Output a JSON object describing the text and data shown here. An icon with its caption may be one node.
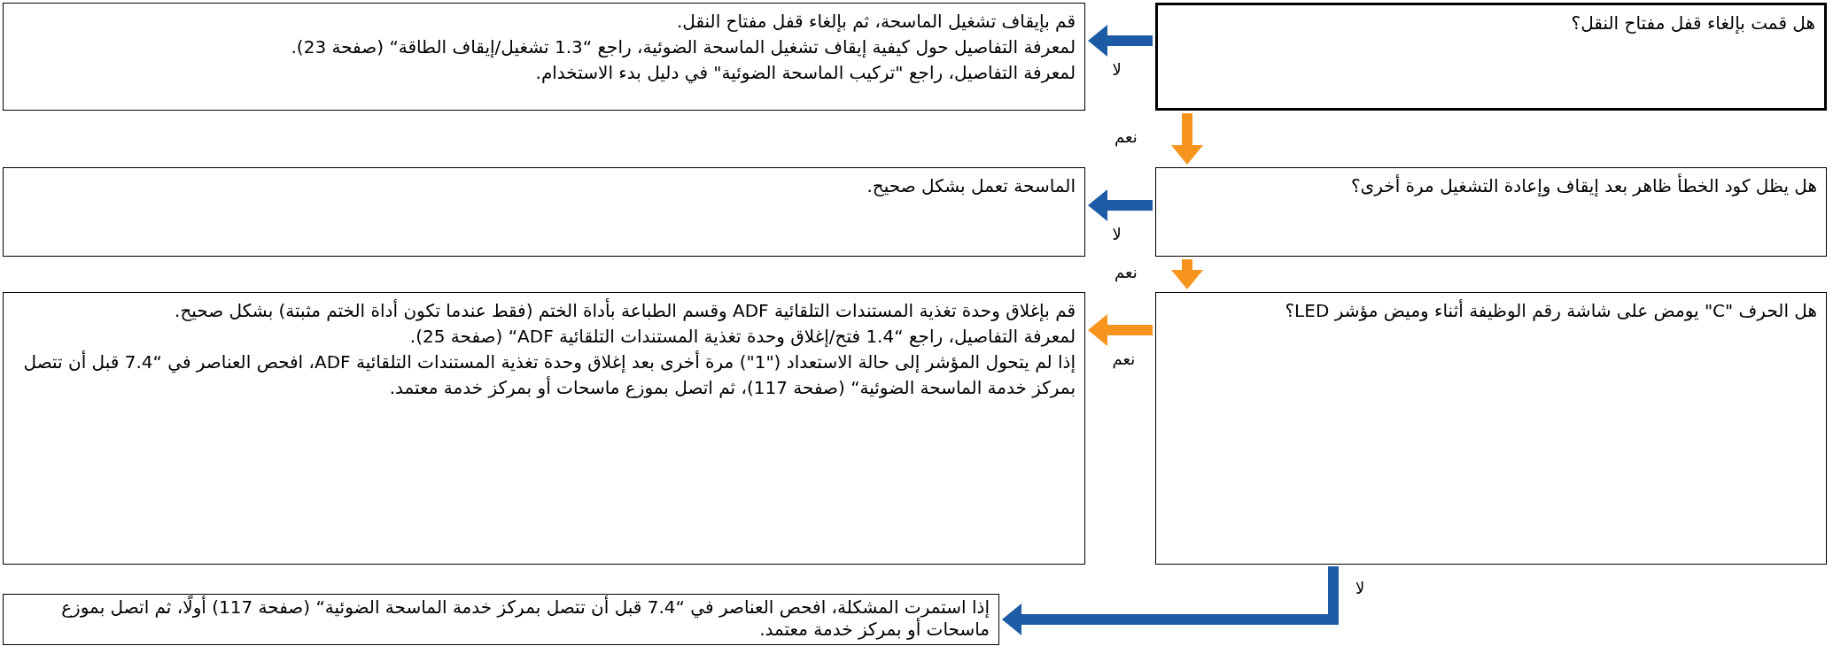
{
  "diagram": {
    "nodes": [
      {
        "text": [
          "هل قمت بإلغاء قفل مفتاح النقل؟"
        ]
      },
      {
        "text": [
          "قم بإيقاف تشغيل الماسحة، ثم بإلغاء قفل مفتاح النقل.",
          "لمعرفة التفاصيل حول كيفية إيقاف تشغيل الماسحة الضوئية، راجع “1.3 تشغيل/إيقاف الطاقة“ (صفحة 23).",
          "لمعرفة التفاصيل، راجع \"تركيب الماسحة الضوئية\" في دليل بدء الاستخدام."
        ]
      },
      {
        "text": [
          "هل يظل كود الخطأ ظاهر بعد إيقاف وإعادة التشغيل مرة أخرى؟"
        ]
      },
      {
        "text": [
          "الماسحة تعمل بشكل صحيح."
        ]
      },
      {
        "text": [
          "هل الحرف \"C\" يومض على شاشة رقم الوظيفة أثناء وميض مؤشر LED؟"
        ]
      },
      {
        "text": [
          "قم بإغلاق وحدة تغذية المستندات التلقائية ADF وقسم الطباعة بأداة الختم (فقط عندما تكون أداة الختم مثبتة) بشكل صحيح.",
          "لمعرفة التفاصيل، راجع “1.4 فتح/إغلاق وحدة تغذية المستندات التلقائية ADF“ (صفحة 25).",
          "إذا لم يتحول المؤشر إلى حالة الاستعداد (\"1\") مرة أخرى بعد إغلاق وحدة تغذية المستندات التلقائية ADF، افحص العناصر في “7.4 قبل أن تتصل بمركز خدمة الماسحة الضوئية“ (صفحة 117)، ثم اتصل بموزع ماسحات أو بمركز خدمة معتمد."
        ]
      },
      {
        "text": [
          "إذا استمرت المشكلة، افحص العناصر في “7.4 قبل أن تتصل بمركز خدمة الماسحة الضوئية“ (صفحة 117) أولًا، ثم اتصل بموزع ماسحات أو بمركز خدمة معتمد."
        ]
      }
    ],
    "edges": [
      {
        "from": 0,
        "to": 1,
        "arrow": "to",
        "label": "لا"
      },
      {
        "from": 0,
        "to": 2,
        "arrow": "to",
        "label": "نعم",
        "color": "#f7941d"
      },
      {
        "from": 2,
        "to": 3,
        "arrow": "to",
        "label": "لا"
      },
      {
        "from": 2,
        "to": 4,
        "arrow": "to",
        "label": "نعم",
        "color": "#f7941d"
      },
      {
        "from": 4,
        "to": 5,
        "arrow": "to",
        "label": "نعم",
        "color": "#f7941d"
      },
      {
        "from": 4,
        "to": 6,
        "arrow": "to",
        "label": "لا"
      }
    ]
  }
}
